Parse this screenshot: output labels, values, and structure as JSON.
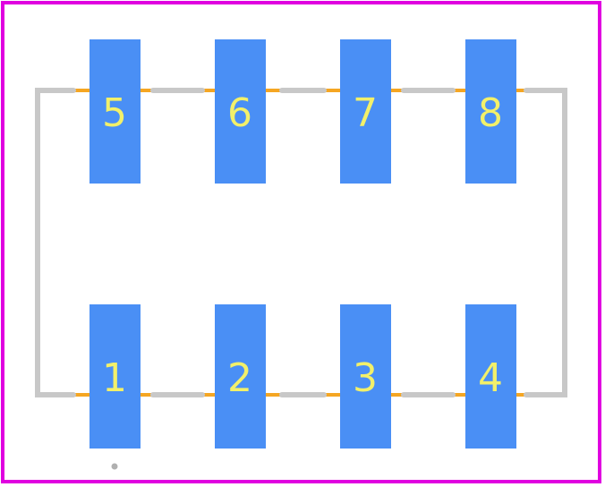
{
  "colors": {
    "background": "#ffffff",
    "board_outline": "#e000e0",
    "silkscreen": "#c8c8c8",
    "copper_trace": "#f5a623",
    "pad": "#4a8ff5",
    "pad_label": "#f2f06a",
    "pin1_marker": "#b0b0b0"
  },
  "pads": {
    "top_row": [
      {
        "label": "5"
      },
      {
        "label": "6"
      },
      {
        "label": "7"
      },
      {
        "label": "8"
      }
    ],
    "bottom_row": [
      {
        "label": "1"
      },
      {
        "label": "2"
      },
      {
        "label": "3"
      },
      {
        "label": "4"
      }
    ]
  },
  "icons": {
    "pin1_marker": "dot-icon"
  }
}
